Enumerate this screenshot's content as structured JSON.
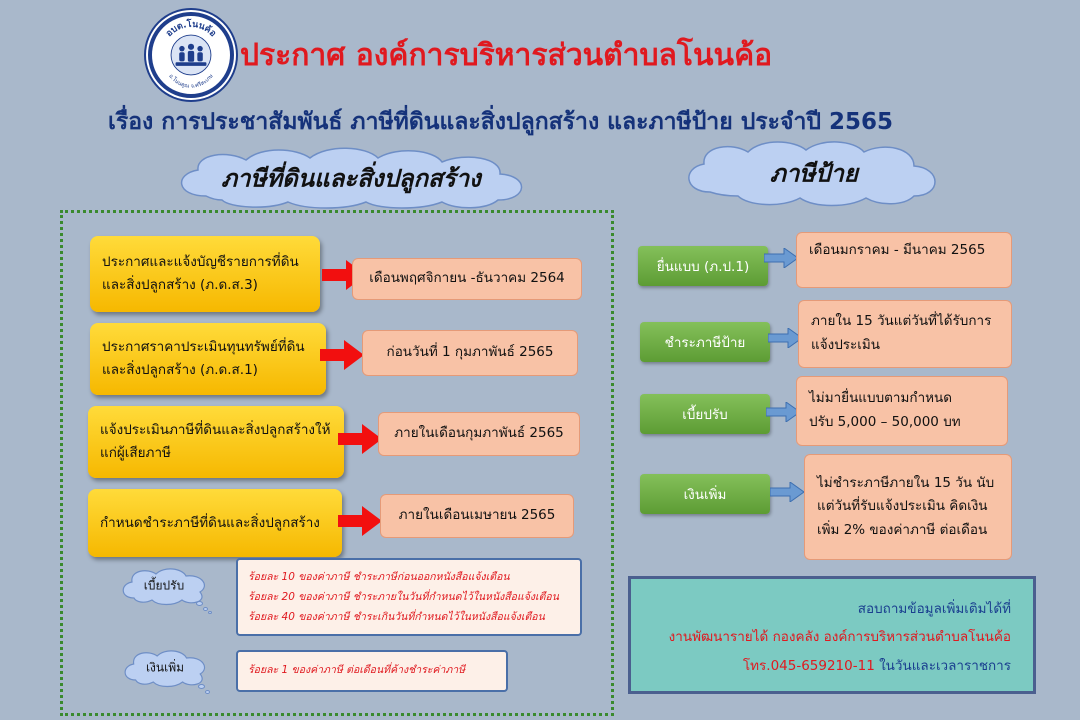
{
  "header": {
    "title": "ประกาศ องค์การบริหารส่วนตำบลโนนค้อ",
    "subtitle": "เรื่อง การประชาสัมพันธ์ ภาษีที่ดินและสิ่งปลูกสร้าง และภาษีป้าย ประจำปี 2565",
    "logo": {
      "text_top": "อบต.โนนค้อ",
      "text_bottom": "อ.โนนคูณ จ.ศรีสะเกษ"
    }
  },
  "land_tax": {
    "heading": "ภาษีที่ดินและสิ่งปลูกสร้าง",
    "steps": [
      {
        "task": "ประกาศและแจ้งบัญชีรายการที่ดินและสิ่งปลูกสร้าง (ภ.ด.ส.3)",
        "date": "เดือนพฤศจิกายน -ธันวาคม 2564"
      },
      {
        "task": "ประกาศราคาประเมินทุนทรัพย์ที่ดินและสิ่งปลูกสร้าง (ภ.ด.ส.1)",
        "date": "ก่อนวันที่ 1 กุมภาพันธ์ 2565"
      },
      {
        "task": "แจ้งประเมินภาษีที่ดินและสิ่งปลูกสร้างให้แก่ผู้เสียภาษี",
        "date": "ภายในเดือนกุมภาพันธ์ 2565"
      },
      {
        "task": "กำหนดชำระภาษีที่ดินและสิ่งปลูกสร้าง",
        "date": "ภายในเดือนเมษายน 2565"
      }
    ],
    "fine": {
      "label": "เบี้ยปรับ",
      "lines": [
        "ร้อยละ 10 ของค่าภาษี ชำระภาษีก่อนออกหนังสือแจ้งเตือน",
        "ร้อยละ 20 ของค่าภาษี ชำระภายในวันที่กำหนดไว้ในหนังสือแจ้งเตือน",
        "ร้อยละ 40 ของค่าภาษี ชำระเกินวันที่กำหนดไว้ในหนังสือแจ้งเตือน"
      ]
    },
    "surcharge": {
      "label": "เงินเพิ่ม",
      "lines": [
        "ร้อยละ 1 ของค่าภาษี ต่อเดือนที่ค้างชำระค่าภาษี"
      ]
    }
  },
  "sign_tax": {
    "heading": "ภาษีป้าย",
    "items": [
      {
        "label": "ยื่นแบบ (ภ.ป.1)",
        "lines": [
          "เดือนมกราคม - มีนาคม 2565"
        ]
      },
      {
        "label": "ชำระภาษีป้าย",
        "lines": [
          "ภายใน 15 วันแต่วันที่ได้รับการ",
          "แจ้งประเมิน"
        ]
      },
      {
        "label": "เบี้ยปรับ",
        "lines": [
          "ไม่มายื่นแบบตามกำหนด",
          "ปรับ 5,000 – 50,000 บท"
        ]
      },
      {
        "label": "เงินเพิ่ม",
        "lines": [
          "ไม่ชำระภาษีภายใน 15 วัน นับ",
          "แต่วันที่รับแจ้งประเมิน คิดเงิน",
          "เพิ่ม 2% ของค่าภาษี ต่อเดือน"
        ]
      }
    ]
  },
  "contact": {
    "line1": "สอบถามข้อมูลเพิ่มเติมได้ที่",
    "line2": "งานพัฒนารายได้ กองคลัง องค์การบริหารส่วนตำบลโนนค้อ",
    "phone": "โทร.045-659210-11",
    "hours": "ในวันและเวลาราชการ"
  },
  "colors": {
    "background": "#a9b8cb",
    "title_red": "#e0191f",
    "subtitle_blue": "#15327a",
    "yellow": "#f6b800",
    "peach": "#f8c2a6",
    "green": "#5d9c34",
    "teal": "#7ccac2"
  }
}
